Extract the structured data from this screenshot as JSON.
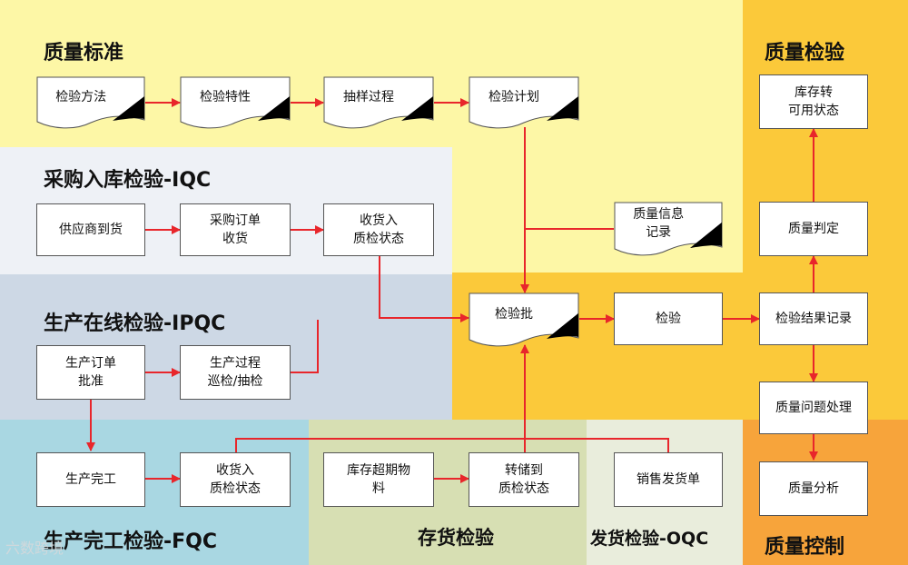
{
  "zones": {
    "quality_standard": {
      "label": "质量标准",
      "color": "#fdf7a6"
    },
    "iqc": {
      "label": "采购入库检验-IQC",
      "color": "#eef1f6"
    },
    "ipqc": {
      "label": "生产在线检验-IPQC",
      "color": "#cdd8e5"
    },
    "fqc": {
      "label": "生产完工检验-FQC",
      "color": "#a9d7e2"
    },
    "inventory": {
      "label": "存货检验",
      "color": "#d7dfb3"
    },
    "oqc": {
      "label": "发货检验-OQC",
      "color": "#e9eddc"
    },
    "quality_inspection": {
      "label": "质量检验",
      "color": "#fbc93a"
    },
    "inspection_center": {
      "color": "#fbc93a"
    },
    "quality_control": {
      "label": "质量控制",
      "color": "#f7a43b"
    }
  },
  "nodes": {
    "inspection_method": "检验方法",
    "inspection_characteristic": "检验特性",
    "sampling_process": "抽样过程",
    "inspection_plan": "检验计划",
    "supplier_delivery": "供应商到货",
    "purchase_order_receipt": "采购订单\n收货",
    "receipt_iqc_status": "收货入\n质检状态",
    "quality_info_record": "质量信息\n记录",
    "inspection_lot": "检验批",
    "inspection": "检验",
    "result_record": "检验结果记录",
    "quality_decision": "质量判定",
    "stock_to_available": "库存转\n可用状态",
    "production_order_approval": "生产订单\n批准",
    "production_process": "生产过程\n巡检/抽检",
    "production_completion": "生产完工",
    "receipt_fqc_status": "收货入\n质检状态",
    "overdue_stock": "库存超期物\n料",
    "transfer_to_qc": "转储到\n质检状态",
    "sales_delivery": "销售发货单",
    "quality_problem": "质量问题处理",
    "quality_analysis": "质量分析"
  },
  "colors": {
    "line": "#e8262b",
    "box_border": "#555555"
  },
  "watermark": "六数跨境"
}
